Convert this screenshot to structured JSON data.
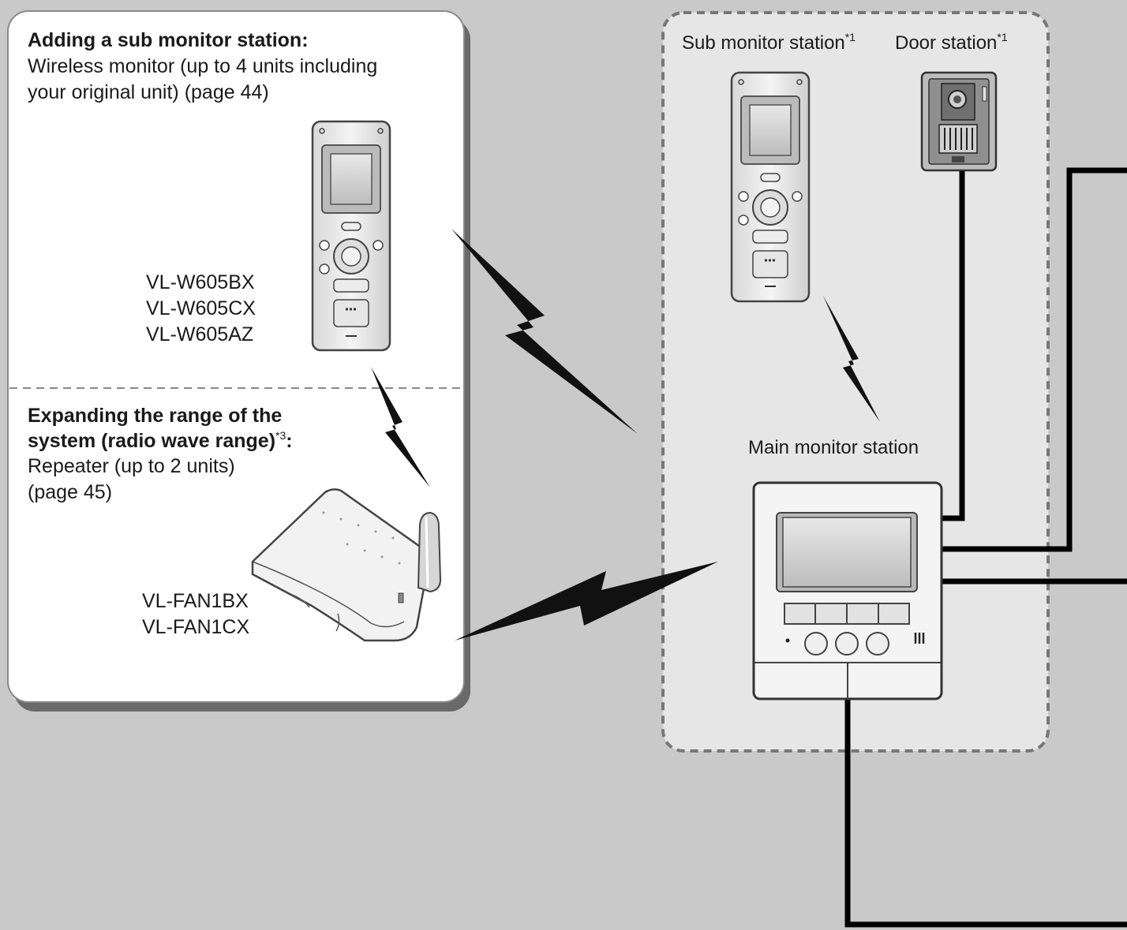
{
  "left_panel": {
    "sub_monitor": {
      "heading": "Adding a sub monitor station:",
      "line1": "Wireless monitor (up to 4 units including",
      "line2": "your original unit) (page 44)",
      "models": [
        "VL-W605BX",
        "VL-W605CX",
        "VL-W605AZ"
      ]
    },
    "repeater": {
      "heading_line1": "Expanding the range of the",
      "heading_line2": "system (radio wave range)",
      "heading_sup": "*3",
      "heading_colon": ":",
      "line1": "Repeater (up to 2 units)",
      "line2": "(page 45)",
      "models": [
        "VL-FAN1BX",
        "VL-FAN1CX"
      ]
    }
  },
  "system_box": {
    "sub_monitor_label": "Sub monitor station",
    "sub_monitor_sup": "*1",
    "door_station_label": "Door station",
    "door_station_sup": "*1",
    "main_monitor_label": "Main monitor station"
  },
  "colors": {
    "background": "#c9c9c9",
    "panel": "#ffffff",
    "system_box": "#e6e6e6",
    "wire": "#000000"
  }
}
